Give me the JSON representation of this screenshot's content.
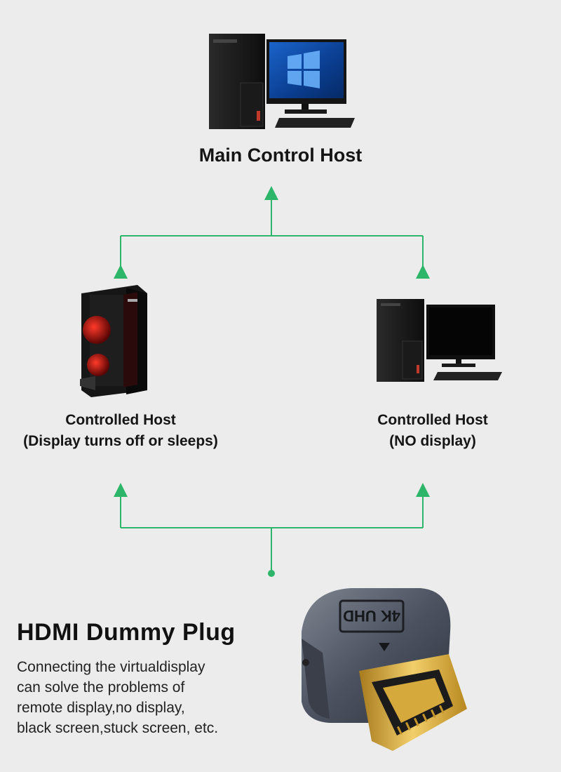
{
  "colors": {
    "connector": "#2db56a",
    "background": "#ececec"
  },
  "main_host": {
    "label": "Main Control Host",
    "icon": "desktop-computer-icon"
  },
  "left_host": {
    "line1": "Controlled Host",
    "line2": "(Display turns off or sleeps)",
    "icon": "gaming-tower-icon"
  },
  "right_host": {
    "line1": "Controlled Host",
    "line2": "(NO display)",
    "icon": "desktop-computer-icon"
  },
  "plug": {
    "title": "HDMI Dummy Plug",
    "badge_text": "4K UHD",
    "description": [
      "Connecting the virtualdisplay",
      "can solve the problems of",
      "remote display,no display,",
      "black screen,stuck screen, etc."
    ]
  }
}
